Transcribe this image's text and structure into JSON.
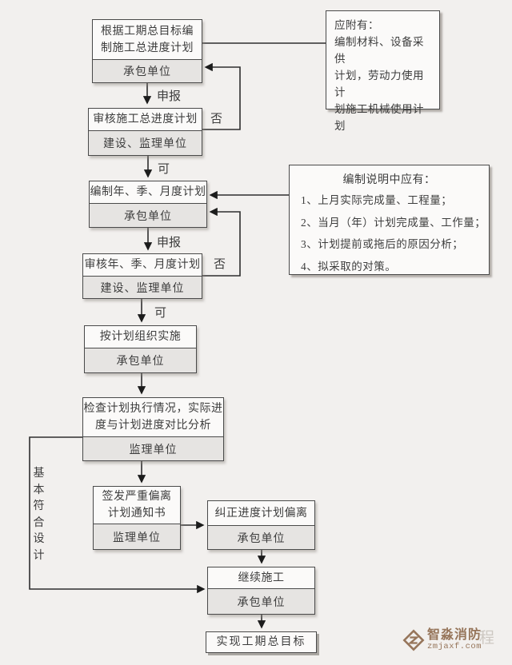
{
  "colors": {
    "background": "#f2f0ee",
    "box_border": "#4a4a4a",
    "box_fill": "#fbfaf9",
    "unit_band_fill": "#e6e4e2",
    "edge_stroke": "#2e2e2e",
    "watermark_brown": "#96755a"
  },
  "flowchart": {
    "nodes": {
      "compile_master_plan": {
        "action": "根据工期总目标编\n制施工总进度计划",
        "unit": "承包单位"
      },
      "review_master_plan": {
        "action": "审核施工总进度计划",
        "unit": "建设、监理单位"
      },
      "compile_periodic_plan": {
        "action": "编制年、季、月度计划",
        "unit": "承包单位"
      },
      "review_periodic_plan": {
        "action": "审核年、季、月度计划",
        "unit": "建设、监理单位"
      },
      "implement_plan": {
        "action": "按计划组织实施",
        "unit": "承包单位"
      },
      "inspect_progress": {
        "action": "检查计划执行情况，实际进\n度与计划进度对比分析",
        "unit": "监理单位"
      },
      "issue_deviation_notice": {
        "action": "签发严重偏离\n计划通知书",
        "unit": "监理单位"
      },
      "correct_deviation": {
        "action": "纠正进度计划偏离",
        "unit": "承包单位"
      },
      "continue_construction": {
        "action": "继续施工",
        "unit": "承包单位"
      },
      "achieve_goal": {
        "action": "实现工期总目标"
      }
    },
    "notes": {
      "attachment": {
        "text": "应附有：\n编制材料、设备采供\n计划，劳动力使用计\n划施工机械使用计\n划"
      },
      "explanation": {
        "title": "编制说明中应有：",
        "items": [
          "1、上月实际完成量、工程量；",
          "2、当月（年）计划完成量、工作量；",
          "3、计划提前或拖后的原因分析；",
          "4、拟采取的对策。"
        ]
      }
    },
    "edge_labels": {
      "declare1": "申报",
      "no1": "否",
      "yes1": "可",
      "declare2": "申报",
      "no2": "否",
      "yes2": "可",
      "basically_conforms": "基本符合设计"
    }
  },
  "watermark": {
    "brand": "智淼消防",
    "ghost": "程",
    "url": "zmjaxf.com"
  }
}
